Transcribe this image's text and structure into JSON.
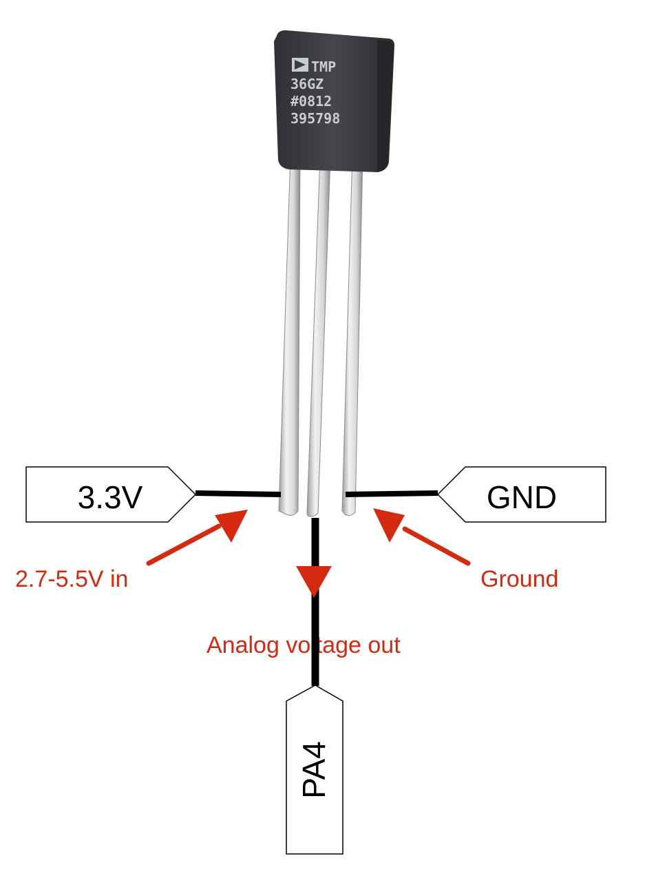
{
  "component": {
    "marking_lines": [
      "TMP",
      "36GZ",
      "#0812",
      "395798"
    ],
    "body_color": "#3a3c41",
    "lead_color": "#d8d8d8"
  },
  "pins": {
    "left": "3.3V",
    "right": "GND",
    "bottom": "PA4"
  },
  "annotations": {
    "left": "2.7-5.5V in",
    "center": "Analog voltage out",
    "right": "Ground",
    "color": "#d42a10"
  },
  "wire_color": "#000000"
}
